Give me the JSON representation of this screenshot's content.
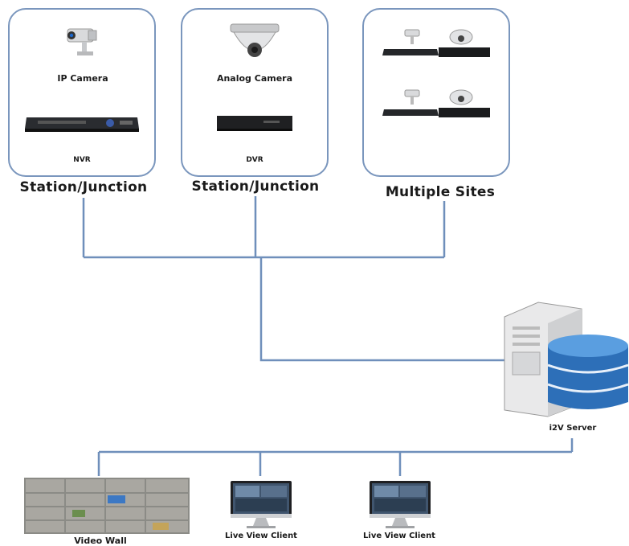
{
  "colors": {
    "line": "#6f8fbb",
    "panel_border": "#7a96bd",
    "db_blue": "#2d6fb8"
  },
  "panels": [
    {
      "device_top": "IP Camera",
      "device_bottom": "NVR",
      "caption": "Station/Junction"
    },
    {
      "device_top": "Analog Camera",
      "device_bottom": "DVR",
      "caption": "Station/Junction"
    },
    {
      "caption": "Multiple Sites"
    }
  ],
  "server": {
    "label": "i2V Server"
  },
  "clients": [
    {
      "label": "Video Wall"
    },
    {
      "label": "Live View Client"
    },
    {
      "label": "Live View Client"
    }
  ]
}
